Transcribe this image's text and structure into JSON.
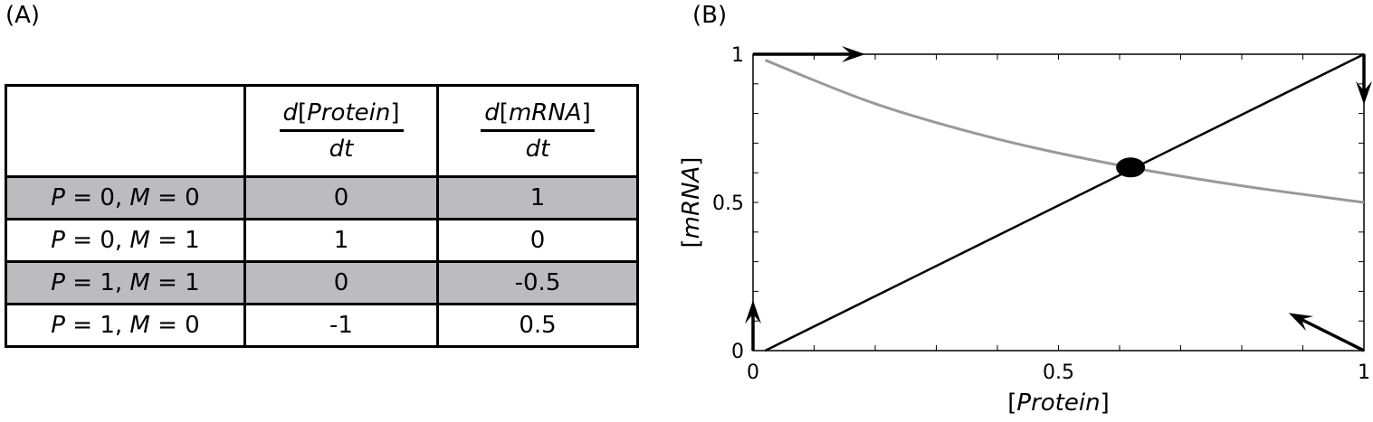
{
  "panel_a_label": "(A)",
  "panel_b_label": "(B)",
  "table": {
    "header": {
      "protein_rate": {
        "d": "d",
        "open": "[",
        "name": "Protein",
        "close": "]",
        "den": "dt"
      },
      "mrna_rate": {
        "d": "d",
        "open": "[",
        "name": "mRNA",
        "close": "]",
        "den": "dt"
      }
    },
    "rows": [
      {
        "P": "P",
        "M": "M",
        "p_val": "0",
        "m_val": "0",
        "dprotein": "0",
        "dmrna": "1"
      },
      {
        "P": "P",
        "M": "M",
        "p_val": "0",
        "m_val": "1",
        "dprotein": "1",
        "dmrna": "0"
      },
      {
        "P": "P",
        "M": "M",
        "p_val": "1",
        "m_val": "1",
        "dprotein": "0",
        "dmrna": "-0.5"
      },
      {
        "P": "P",
        "M": "M",
        "p_val": "1",
        "m_val": "0",
        "dprotein": "-1",
        "dmrna": "0.5"
      }
    ]
  },
  "chart_data": {
    "type": "line",
    "xlabel": "[Protein]",
    "ylabel": "[mRNA]",
    "xlim": [
      0,
      1
    ],
    "ylim": [
      0,
      1
    ],
    "xticks": [
      "0",
      "0.5",
      "1"
    ],
    "yticks": [
      "0",
      "0.5",
      "1"
    ],
    "series": [
      {
        "x": [
          0.02,
          0.2,
          0.4,
          0.6,
          0.8,
          1.0
        ],
        "y": [
          0.98,
          0.833,
          0.714,
          0.625,
          0.556,
          0.5
        ],
        "color": "#999999"
      },
      {
        "x": [
          0.02,
          1.0
        ],
        "y": [
          0.0,
          1.0
        ],
        "color": "#000000"
      }
    ],
    "fixed_point": {
      "x": 0.618,
      "y": 0.618
    },
    "arrows": [
      {
        "x": 0.0,
        "y": 1.0,
        "dx": 1,
        "dy": 0
      },
      {
        "x": 1.0,
        "y": 1.0,
        "dx": 0,
        "dy": -0.5
      },
      {
        "x": 1.0,
        "y": 0.0,
        "dx": -1,
        "dy": 0.5
      },
      {
        "x": 0.0,
        "y": 0.0,
        "dx": 0,
        "dy": 1
      }
    ],
    "grid": false,
    "colors": {
      "axis": "#000000",
      "nullcline_protein": "#999999",
      "nullcline_mrna": "#000000"
    }
  }
}
